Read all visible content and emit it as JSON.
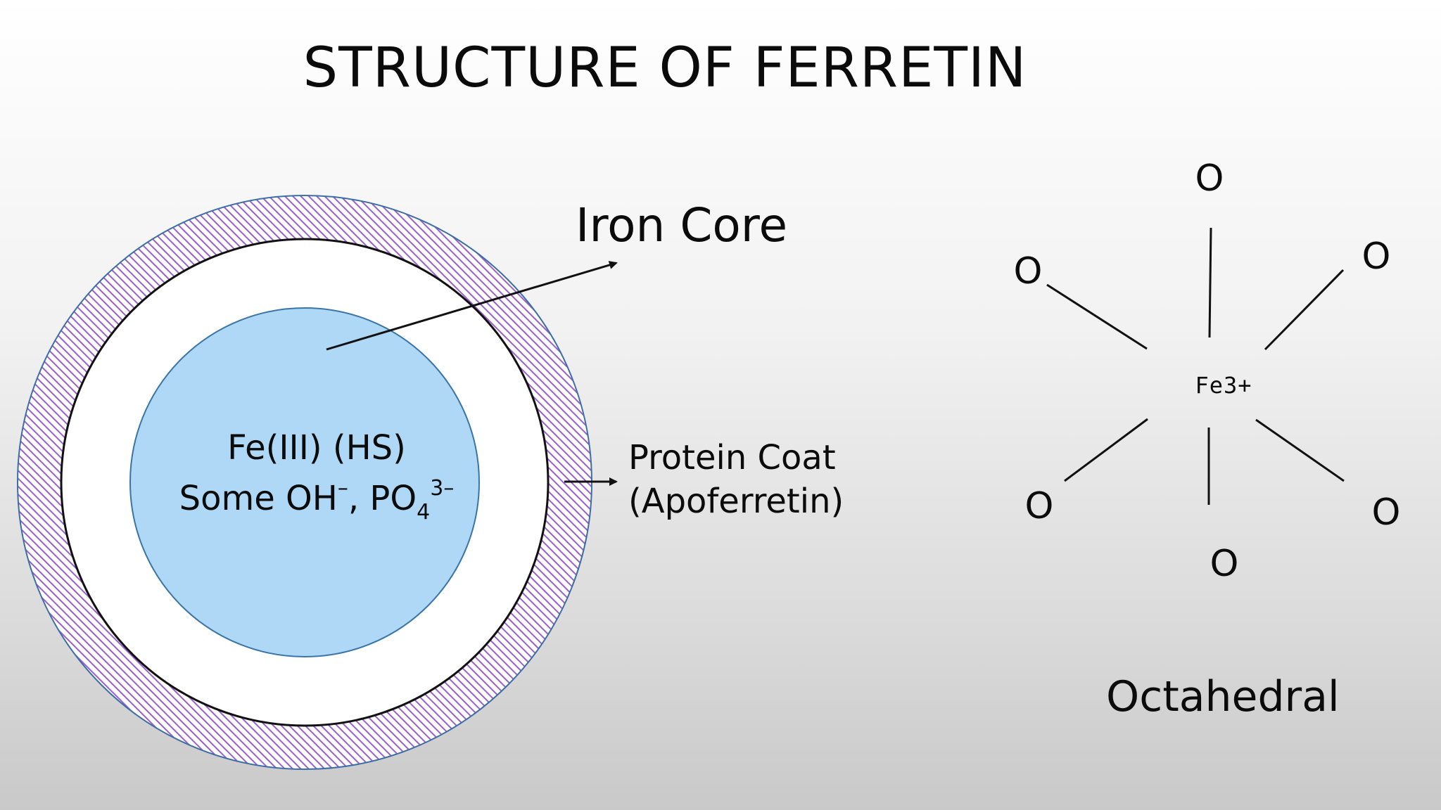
{
  "title": "STRUCTURE OF FERRETIN",
  "labels": {
    "iron_core": "Iron Core",
    "protein_line1": "Protein Coat",
    "protein_line2": "(Apoferretin)",
    "core_line1": "Fe(III) (HS)",
    "core_line2_prefix": "Some OH",
    "core_line2_minus": "–",
    "core_line2_mid": ", PO",
    "core_line2_sub": "4",
    "core_line2_sup": "3–"
  },
  "octahedron": {
    "metal": "Fe3+",
    "ligands": [
      "O",
      "O",
      "O",
      "O",
      "O",
      "O"
    ],
    "geometry": "Octahedral"
  },
  "colors": {
    "core_fill": "#aed8f5",
    "core_stroke": "#3a75a8",
    "coat_hatch": "#9a5fd0",
    "coat_stroke": "#3d6ea5",
    "inner_ring_stroke": "#111111"
  }
}
